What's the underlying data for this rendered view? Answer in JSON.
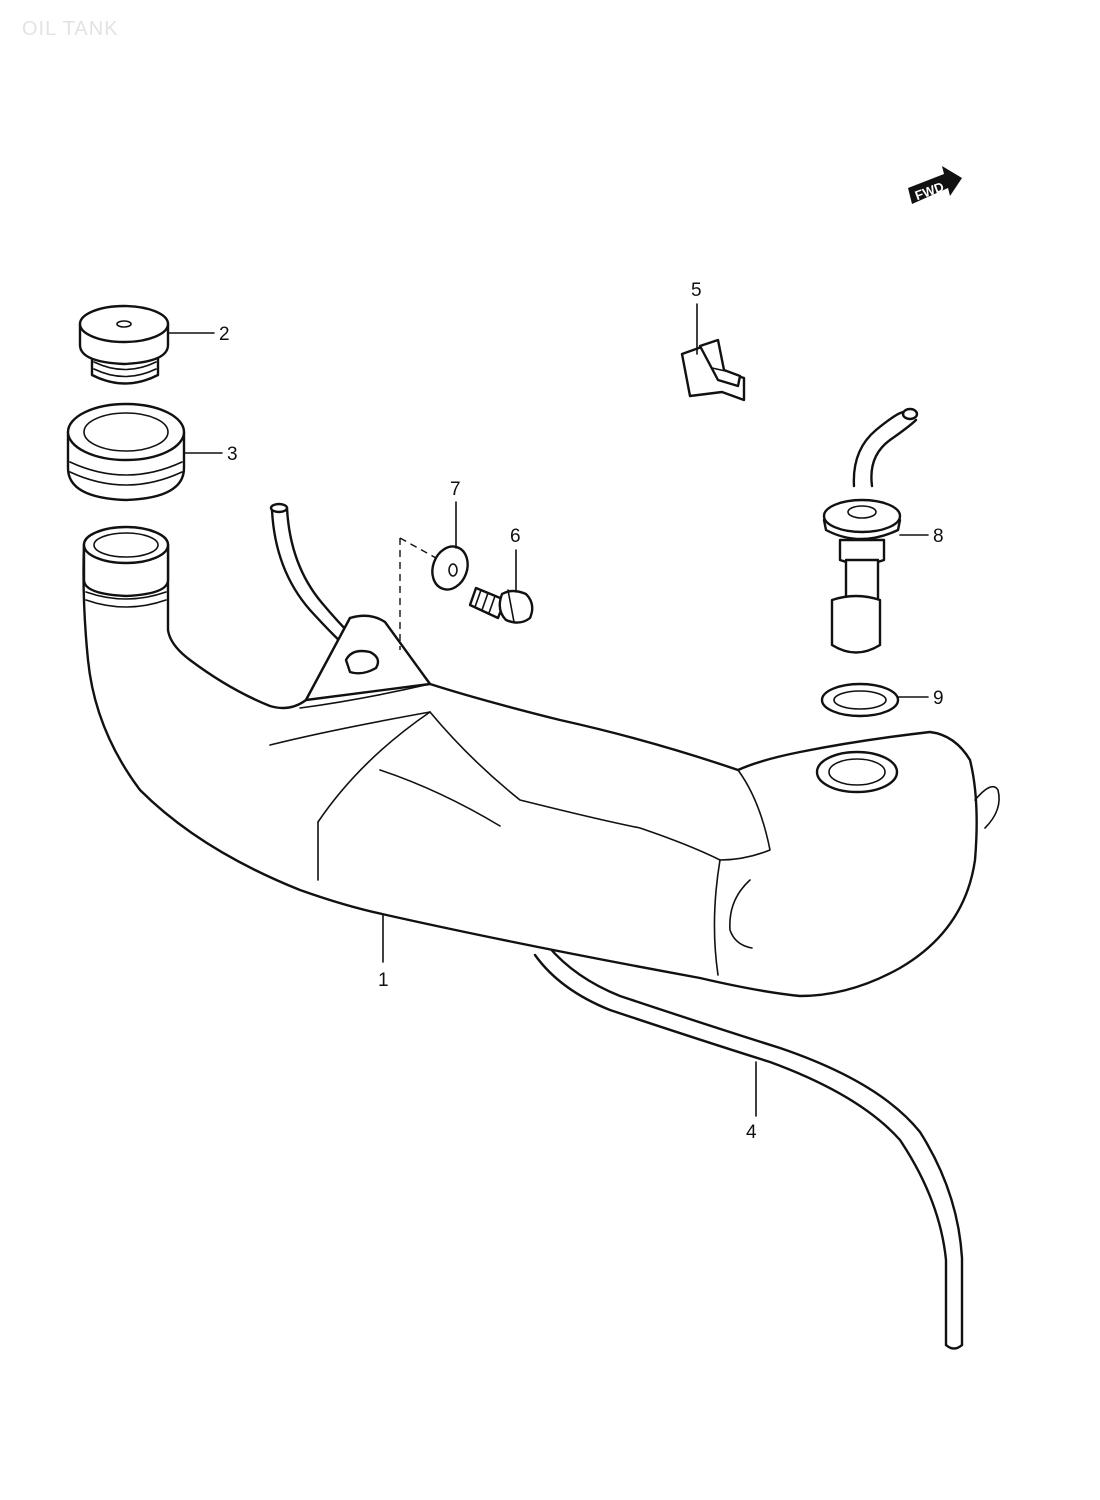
{
  "title": "OIL TANK",
  "fwd_label": "FWD",
  "callouts": [
    {
      "id": "1",
      "label": "1"
    },
    {
      "id": "2",
      "label": "2"
    },
    {
      "id": "3",
      "label": "3"
    },
    {
      "id": "4",
      "label": "4"
    },
    {
      "id": "5",
      "label": "5"
    },
    {
      "id": "6",
      "label": "6"
    },
    {
      "id": "7",
      "label": "7"
    },
    {
      "id": "8",
      "label": "8"
    },
    {
      "id": "9",
      "label": "9"
    }
  ],
  "parts": {
    "p1": "oil-tank",
    "p2": "filler-cap",
    "p3": "cap-grommet",
    "p4": "outlet-hose",
    "p5": "clip",
    "p6": "bolt",
    "p7": "washer",
    "p8": "oil-level-gauge",
    "p9": "gauge-gasket"
  },
  "colors": {
    "line": "#111111",
    "title": "#e3e3e3",
    "background": "#ffffff"
  }
}
